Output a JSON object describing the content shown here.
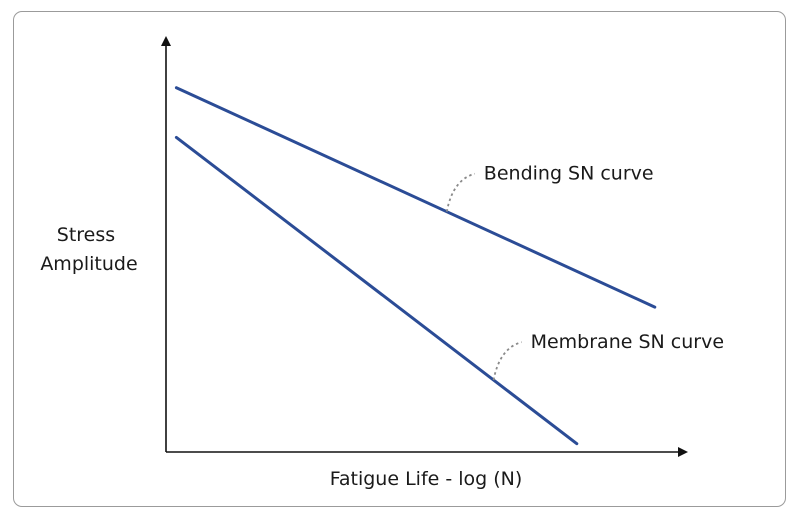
{
  "chart_data": {
    "type": "line",
    "title": "",
    "xlabel": "Fatigue Life - log (N)",
    "ylabel": [
      "Stress",
      "Amplitude"
    ],
    "xscale": "log",
    "axis_ticks": false,
    "grid": false,
    "legend": "none",
    "xlim": [
      0,
      100
    ],
    "ylim": [
      0,
      100
    ],
    "series": [
      {
        "name": "Bending SN curve",
        "x": [
          2,
          94
        ],
        "y": [
          88,
          35
        ],
        "color": "#2b4c96"
      },
      {
        "name": "Membrane SN curve",
        "x": [
          2,
          79
        ],
        "y": [
          76,
          2
        ],
        "color": "#2b4c96"
      }
    ],
    "annotations": [
      {
        "text": "Bending SN curve",
        "series": 0,
        "at_x": 54
      },
      {
        "text": "Membrane SN curve",
        "series": 1,
        "at_x": 63
      }
    ]
  }
}
